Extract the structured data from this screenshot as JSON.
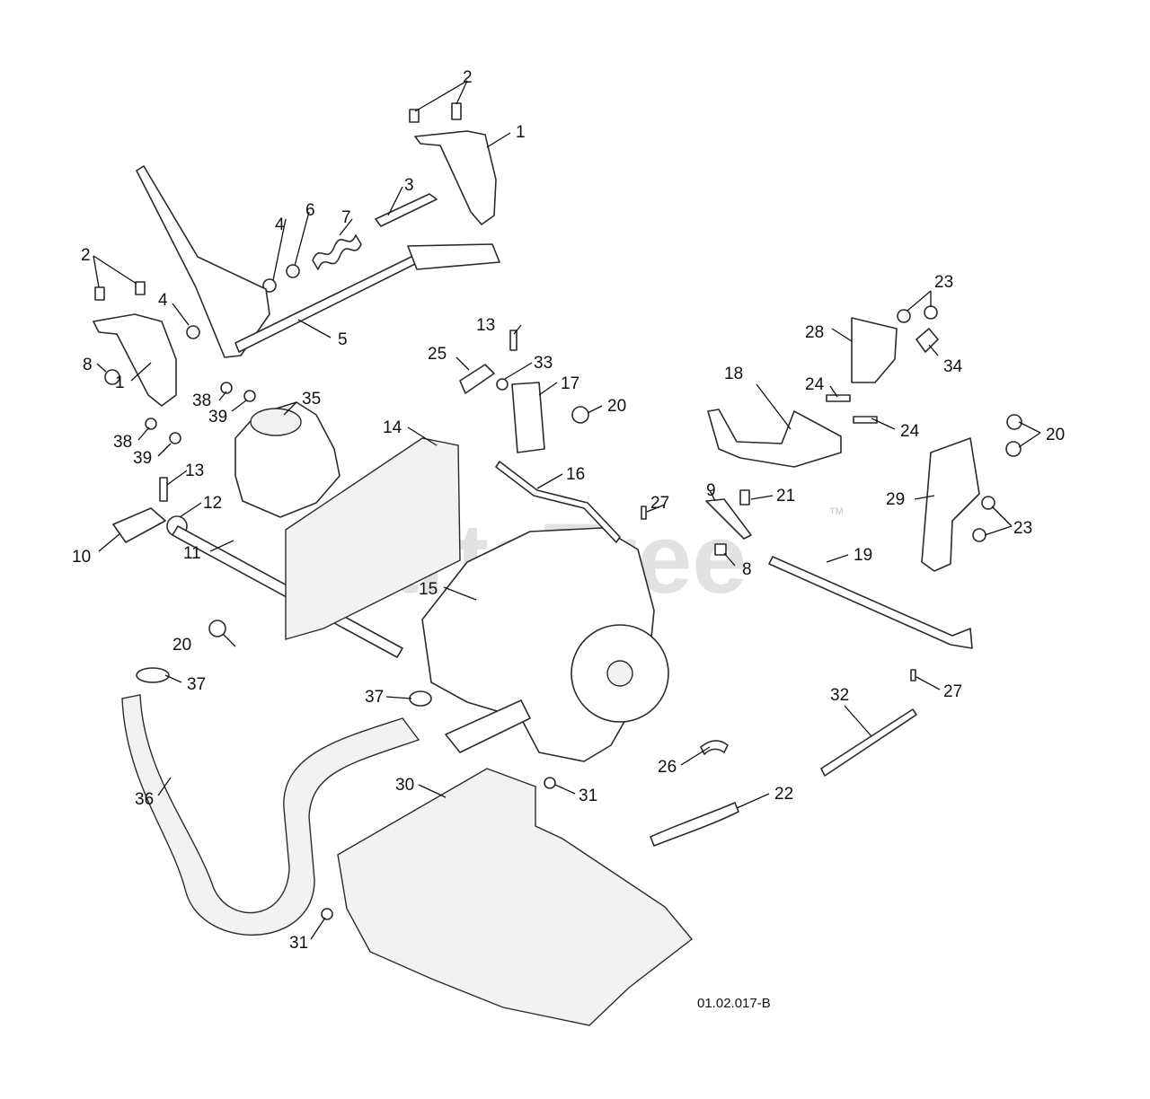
{
  "diagram": {
    "watermark": "PartsTree",
    "watermark_mark": "™",
    "drawing_code": "01.02.017-B",
    "callouts": [
      "1",
      "2",
      "3",
      "4",
      "5",
      "6",
      "7",
      "8",
      "9",
      "10",
      "11",
      "12",
      "13",
      "14",
      "15",
      "16",
      "17",
      "18",
      "19",
      "20",
      "21",
      "22",
      "23",
      "24",
      "25",
      "26",
      "27",
      "28",
      "29",
      "30",
      "31",
      "32",
      "33",
      "34",
      "35",
      "36",
      "37",
      "38",
      "39"
    ]
  },
  "colors": {
    "line": "#2a2a2a",
    "watermark": "#d9d9d9",
    "background": "#ffffff"
  }
}
